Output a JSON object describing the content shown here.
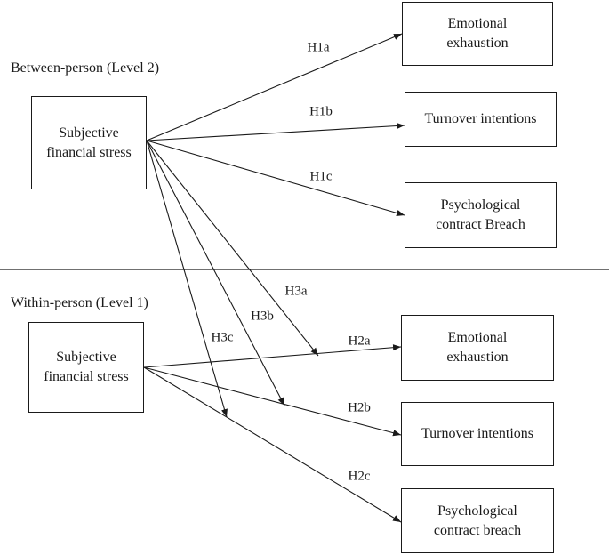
{
  "levels": {
    "between": "Between-person (Level 2)",
    "within": "Within-person (Level 1)"
  },
  "boxes": {
    "sfs_between": [
      "Subjective",
      "financial stress"
    ],
    "ee_between": [
      "Emotional",
      "exhaustion"
    ],
    "ti_between": [
      "Turnover intentions"
    ],
    "pcb_between": [
      "Psychological",
      "contract Breach"
    ],
    "sfs_within": [
      "Subjective",
      "financial stress"
    ],
    "ee_within": [
      "Emotional",
      "exhaustion"
    ],
    "ti_within": [
      "Turnover intentions"
    ],
    "pcb_within": [
      "Psychological",
      "contract breach"
    ]
  },
  "hypotheses": {
    "h1a": "H1a",
    "h1b": "H1b",
    "h1c": "H1c",
    "h2a": "H2a",
    "h2b": "H2b",
    "h2c": "H2c",
    "h3a": "H3a",
    "h3b": "H3b",
    "h3c": "H3c"
  },
  "colors": {
    "line": "#1a1a1a"
  }
}
